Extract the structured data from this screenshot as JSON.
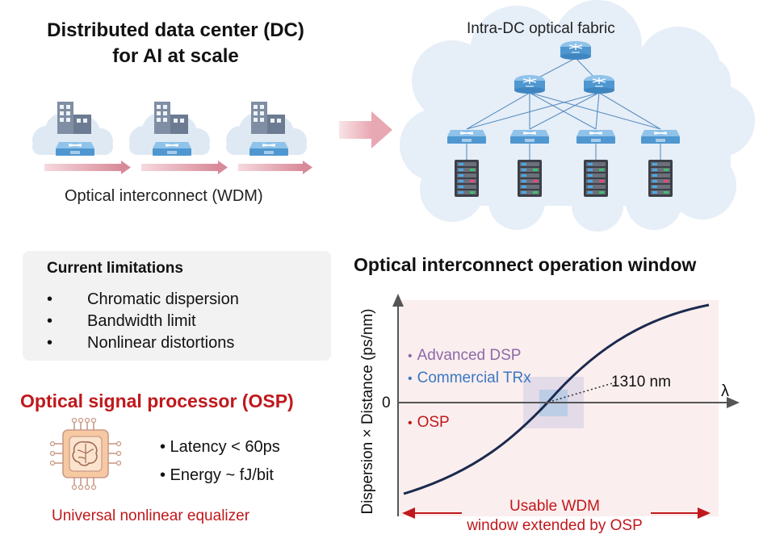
{
  "top_left": {
    "title_line1": "Distributed data center (DC)",
    "title_line2": "for AI at scale",
    "caption": "Optical interconnect (WDM)"
  },
  "top_right": {
    "caption": "Intra-DC optical fabric"
  },
  "limitations": {
    "title": "Current limitations",
    "items": [
      "Chromatic dispersion",
      "Bandwidth limit",
      "Nonlinear distortions"
    ],
    "bullet": "•"
  },
  "osp": {
    "title": "Optical signal processor (OSP)",
    "specs": [
      "• Latency < 60ps",
      "• Energy ~ fJ/bit"
    ],
    "caption": "Universal nonlinear equalizer"
  },
  "plot": {
    "title": "Optical interconnect operation window",
    "ylabel": "Dispersion × Distance (ps/nm)",
    "zero_label": "0",
    "xlabel": "λ",
    "annotation": "1310 nm",
    "legend": [
      {
        "dot": "•",
        "label": "Advanced DSP",
        "color": "#8c6aa8"
      },
      {
        "dot": "•",
        "label": "Commercial TRx",
        "color": "#3a78c2"
      },
      {
        "dot": "•",
        "label": "OSP",
        "color": "#c0181c"
      }
    ],
    "usable_line1": "Usable WDM",
    "usable_line2": "window extended by OSP"
  },
  "colors": {
    "accent_red": "#c0181c",
    "curve": "#1b2a4e",
    "osp_region": "#fbeeee",
    "dsp_region": "#e3dbe8",
    "trx_region": "#bccde6",
    "device_blue": "#5fa6d9",
    "building": "#7f8ea3"
  }
}
